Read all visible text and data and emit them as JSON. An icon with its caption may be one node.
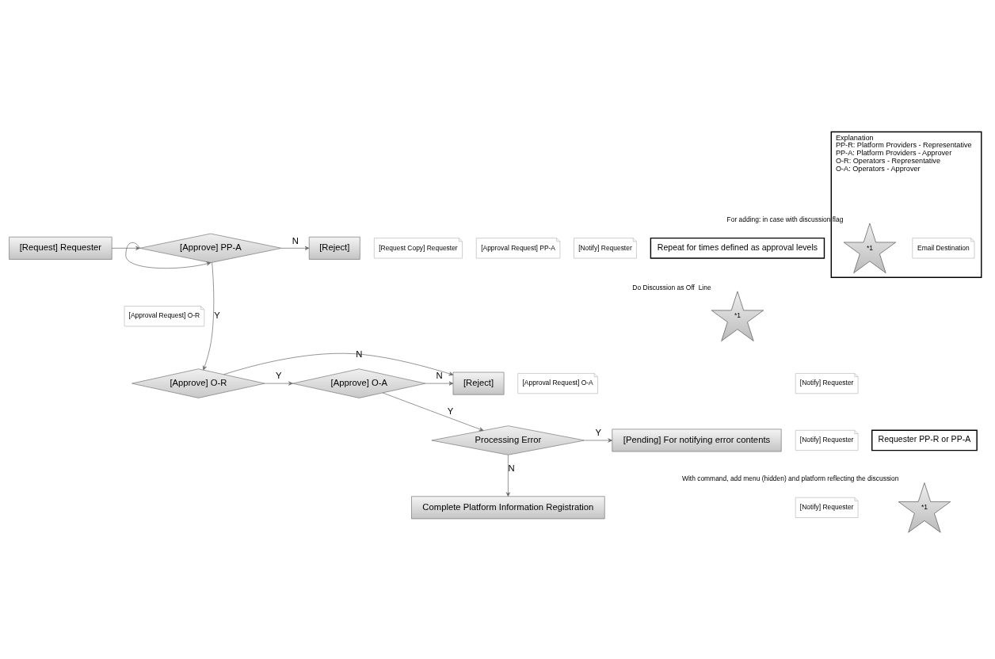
{
  "diagram": {
    "nodes": [
      {
        "text": [
          "[Request] Requester"
        ]
      },
      {
        "text": [
          "[Request Copy] Requester"
        ]
      },
      {
        "text": [
          "[Approval Request] PP-A"
        ]
      },
      {
        "text": [
          "[Approve] PP-A"
        ]
      },
      {
        "text": [
          "[Reject]"
        ]
      },
      {
        "text": [
          "[Notify] Requester"
        ]
      },
      {
        "text": [
          "Repeat for times defined as approval levels"
        ]
      },
      {
        "text": [
          "*1"
        ],
        "beside": [
          "Do Discussion as Off  Line"
        ]
      },
      {
        "text": [
          "[Approval Request] O-R"
        ]
      },
      {
        "text": [
          "[Approve] O-R"
        ]
      },
      {
        "text": [
          "[Approve] O-A"
        ]
      },
      {
        "text": [
          "[Reject]"
        ]
      },
      {
        "text": [
          "[Notify] Requester"
        ]
      },
      {
        "text": [
          "[Approval Request] O-A"
        ]
      },
      {
        "text": [
          "Processing Error"
        ]
      },
      {
        "text": [
          "[Pending] For notifying error contents"
        ]
      },
      {
        "text": [
          "[Notify] Requester"
        ]
      },
      {
        "text": [
          "[Notify] Requester"
        ]
      },
      {
        "text": [
          "Requester PP-R or PP-A"
        ]
      },
      {
        "text": [
          "Complete Platform Information Registration"
        ]
      },
      {
        "text": [
          "*1"
        ],
        "beside": [
          "With command, add menu (hidden) and platform reflecting the discussion"
        ]
      },
      {
        "text": [
          "Explanation",
          "PP-R: Platform Providers - Representative",
          "PP-A: Platform Providers - Approver",
          "O-R: Operators - Representative",
          "O-A: Operators - Approver"
        ]
      },
      {
        "text": [
          "Email Destination"
        ],
        "in": 21
      },
      {
        "text": [
          "*1"
        ],
        "beside": [
          "For adding: in case with discussion flag"
        ],
        "in": 21
      }
    ],
    "edges": [
      {
        "from": 0,
        "to": 3,
        "arrow": "to"
      },
      {
        "from": 3,
        "to": 3,
        "arrow": "to"
      },
      {
        "from": 3,
        "to": 4,
        "arrow": "to",
        "label": "N"
      },
      {
        "from": 3,
        "to": 9,
        "arrow": "to",
        "label": "Y"
      },
      {
        "from": 9,
        "to": 11,
        "arrow": "to",
        "label": "N"
      },
      {
        "from": 10,
        "to": 11,
        "arrow": "to",
        "label": "N"
      },
      {
        "from": 9,
        "to": 10,
        "arrow": "to",
        "label": "Y"
      },
      {
        "from": 10,
        "to": 14,
        "arrow": "to",
        "label": "Y"
      },
      {
        "from": 14,
        "to": 15,
        "arrow": "to",
        "label": "Y"
      },
      {
        "from": 14,
        "to": 19,
        "arrow": "to",
        "label": "N"
      }
    ]
  }
}
